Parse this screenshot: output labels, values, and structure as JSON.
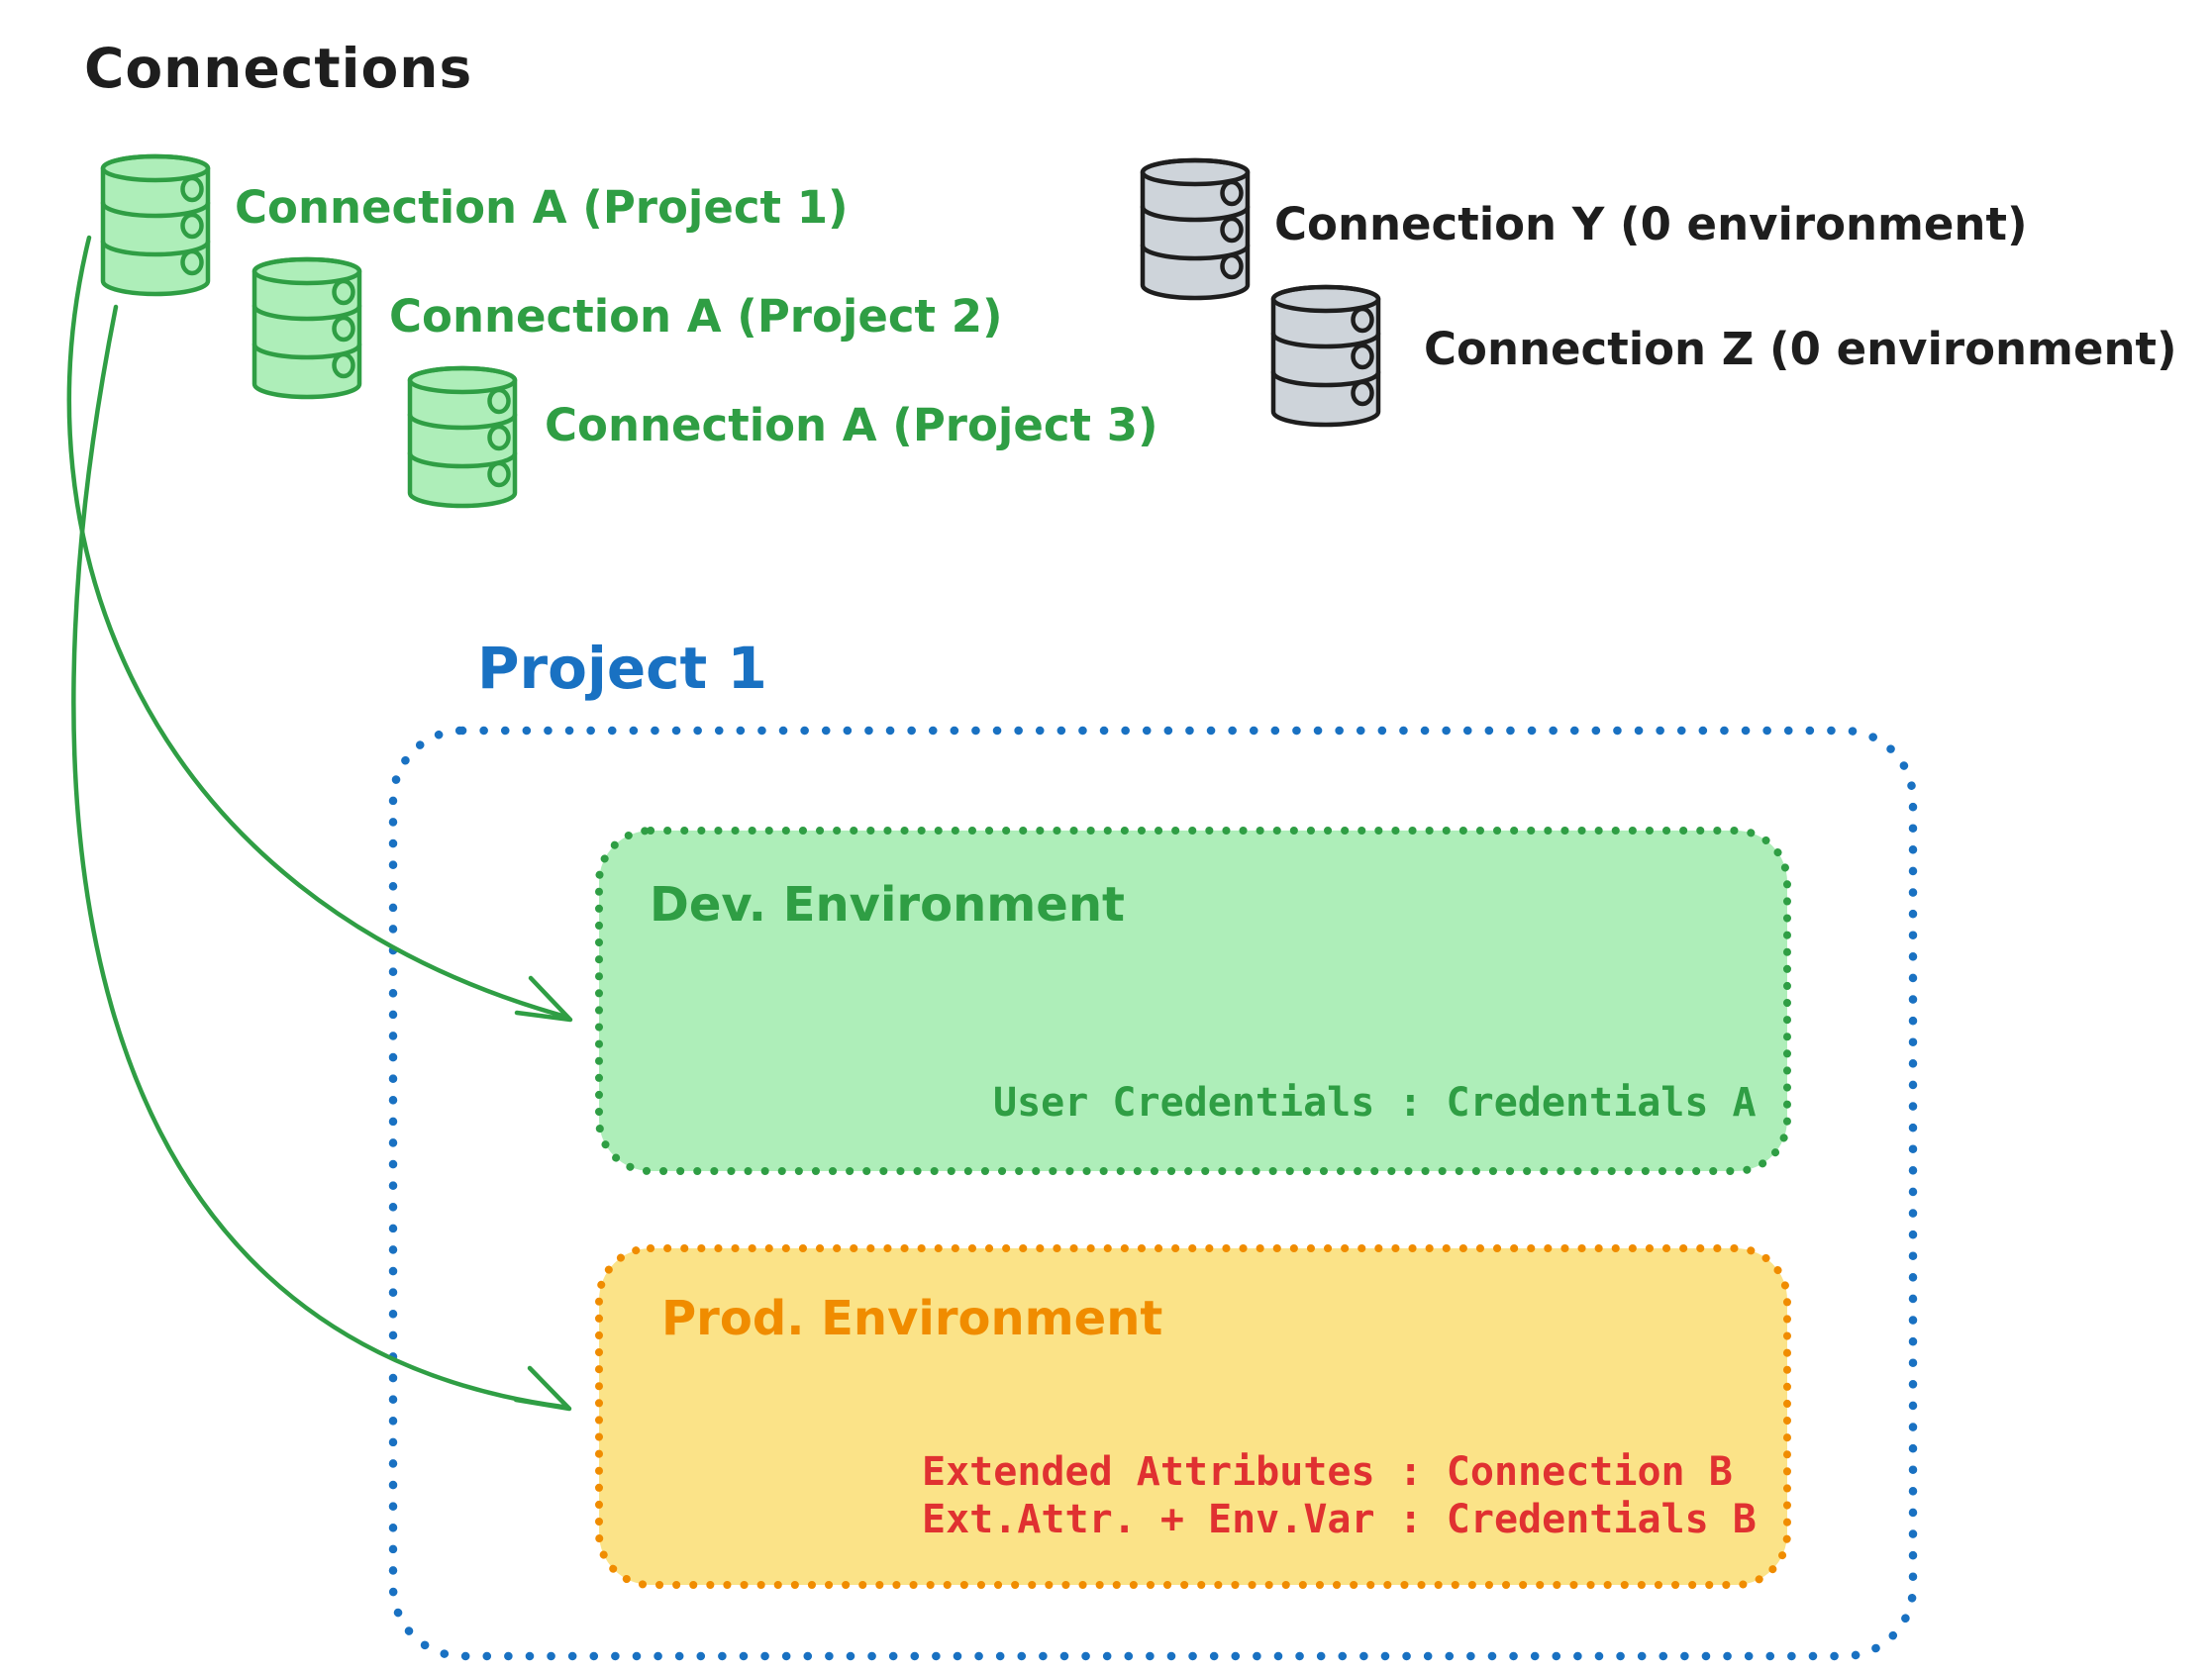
{
  "diagram_title": "Connections",
  "palette": {
    "ink_black": "#1e1e1e",
    "green_stroke": "#2f9e44",
    "green_fill": "#aeeeb9",
    "blue": "#1971c2",
    "orange_stroke": "#f08c00",
    "yellow_fill": "#fbe388",
    "red": "#e03131",
    "gray_fill": "#ced4da"
  },
  "connections": {
    "project_a": [
      {
        "icon": "database-icon",
        "label": "Connection A (Project 1)"
      },
      {
        "icon": "database-icon",
        "label": "Connection A (Project 2)"
      },
      {
        "icon": "database-icon",
        "label": "Connection A (Project 3)"
      }
    ],
    "standalone": [
      {
        "icon": "database-icon",
        "label": "Connection Y (0 environment)"
      },
      {
        "icon": "database-icon",
        "label": "Connection Z (0 environment)"
      }
    ]
  },
  "project": {
    "title": "Project 1",
    "environments": [
      {
        "name": "Dev. Environment",
        "credential_lines": [
          "User Credentials : Credentials A"
        ]
      },
      {
        "name": "Prod. Environment",
        "credential_lines": [
          "Extended Attributes : Connection B",
          "Ext.Attr. + Env.Var : Credentials B"
        ]
      }
    ]
  },
  "arrows": [
    {
      "from": "Connection A (Project 1)",
      "to": "Dev. Environment"
    },
    {
      "from": "Connection A (Project 1)",
      "to": "Prod. Environment"
    }
  ]
}
